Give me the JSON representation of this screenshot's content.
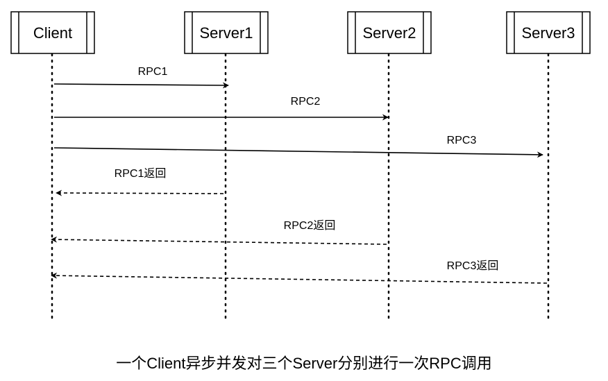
{
  "participants": [
    {
      "id": "client",
      "label": "Client"
    },
    {
      "id": "server1",
      "label": "Server1"
    },
    {
      "id": "server2",
      "label": "Server2"
    },
    {
      "id": "server3",
      "label": "Server3"
    }
  ],
  "messages": [
    {
      "label": "RPC1",
      "from": "client",
      "to": "server1",
      "style": "solid"
    },
    {
      "label": "RPC2",
      "from": "client",
      "to": "server2",
      "style": "solid"
    },
    {
      "label": "RPC3",
      "from": "client",
      "to": "server3",
      "style": "solid"
    },
    {
      "label": "RPC1返回",
      "from": "server1",
      "to": "client",
      "style": "dashed"
    },
    {
      "label": "RPC2返回",
      "from": "server2",
      "to": "client",
      "style": "dashed"
    },
    {
      "label": "RPC3返回",
      "from": "server3",
      "to": "client",
      "style": "dashed"
    }
  ],
  "caption": "一个Client异步并发对三个Server分别进行一次RPC调用"
}
